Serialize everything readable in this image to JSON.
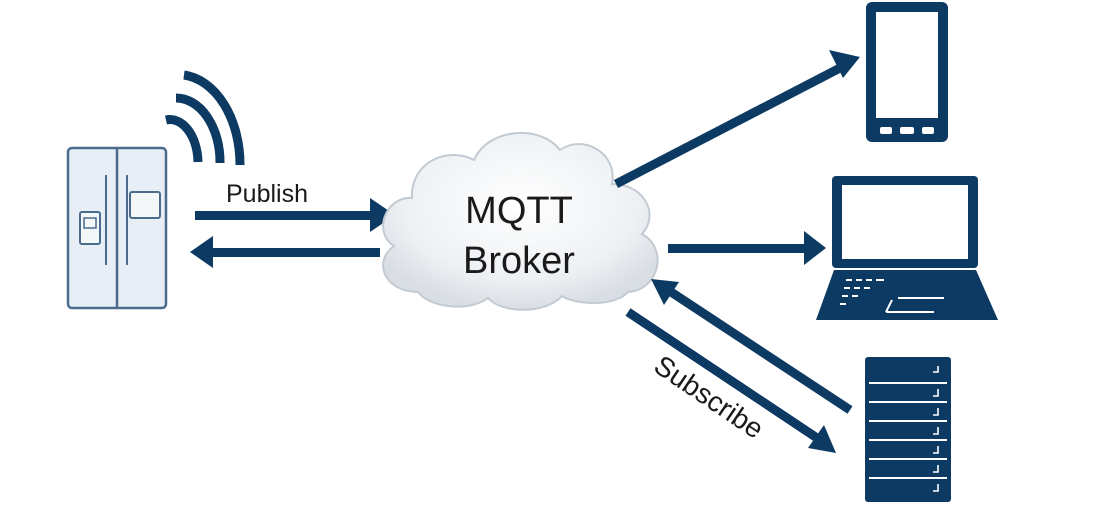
{
  "broker": {
    "line1": "MQTT",
    "line2": "Broker"
  },
  "labels": {
    "publish": "Publish",
    "subscribe": "Subscribe"
  },
  "nodes": {
    "publisher": "refrigerator-icon",
    "subscriber_1": "smartphone-icon",
    "subscriber_2": "laptop-icon",
    "subscriber_3": "server-icon"
  },
  "colors": {
    "accent": "#0d3a63",
    "fridge_outline": "#4a6b8c",
    "fridge_fill": "#e8eef5",
    "cloud_fill": "#eef1f4"
  }
}
